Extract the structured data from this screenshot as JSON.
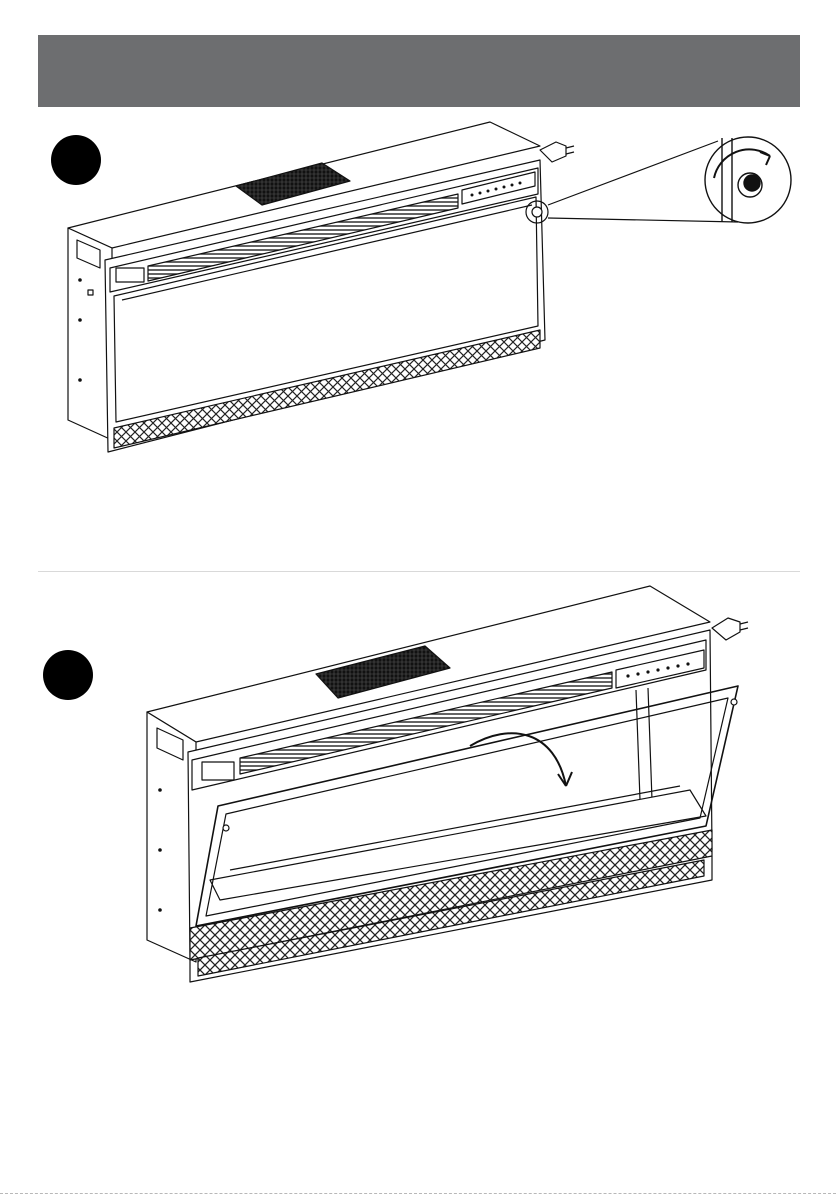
{
  "header": {
    "color": "#6d6e70"
  },
  "steps": [
    {
      "id": "step-1",
      "marker_color": "#000000",
      "illustration": "fireplace-insert-closed-with-knob-detail"
    },
    {
      "id": "step-2",
      "marker_color": "#000000",
      "illustration": "fireplace-insert-front-frame-opening"
    }
  ],
  "icons": {
    "rotate_arrow": "rotate-arrow-icon",
    "swing_arrow": "swing-arrow-icon",
    "knob": "knob-icon",
    "power_plug": "power-plug-icon"
  }
}
